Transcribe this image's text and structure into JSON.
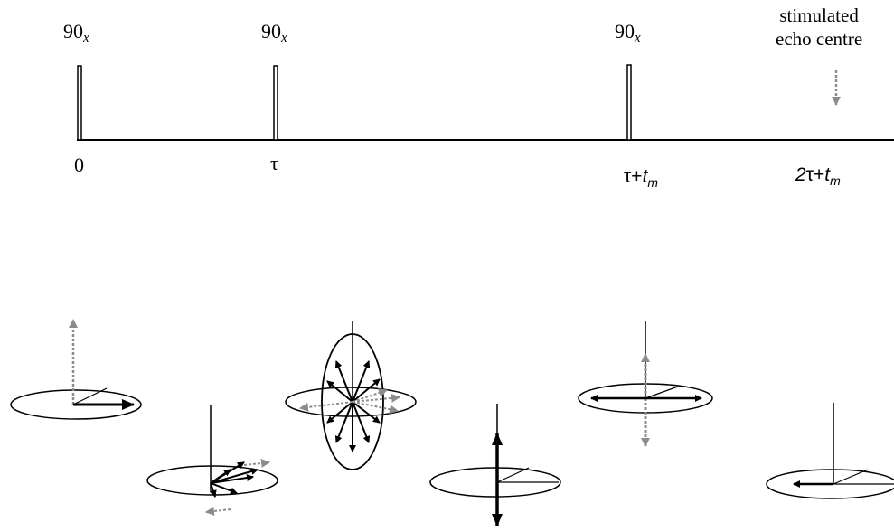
{
  "pulses": [
    {
      "label": "90",
      "sub": "x"
    },
    {
      "label": "90",
      "sub": "x"
    },
    {
      "label": "90",
      "sub": "x"
    }
  ],
  "times": [
    {
      "text": "0"
    },
    {
      "text": "τ"
    },
    {
      "base": "τ+",
      "var": "t",
      "sub": "m"
    },
    {
      "pre": "2",
      "base": "τ+",
      "var": "t",
      "sub": "m"
    }
  ],
  "echo": {
    "line1": "stimulated",
    "line2": "echo centre"
  },
  "colors": {
    "ink": "#000000",
    "grey_arrow": "#8c8c8c"
  }
}
